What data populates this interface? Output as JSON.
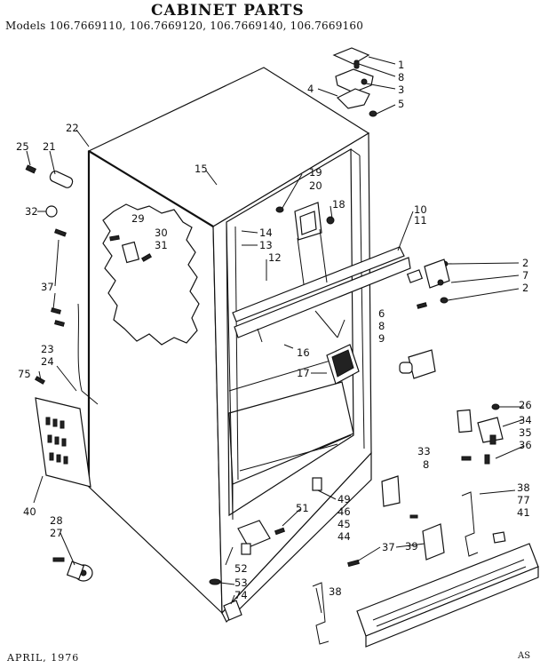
{
  "header": {
    "title": "CABINET PARTS",
    "models": "Models 106.7669110, 106.7669120, 106.7669140, 106.7669160"
  },
  "footer": {
    "date": "APRIL, 1976",
    "code": "AS"
  },
  "callouts": [
    "1",
    "8",
    "3",
    "4",
    "5",
    "22",
    "25",
    "21",
    "15",
    "19",
    "20",
    "18",
    "10",
    "11",
    "32",
    "29",
    "30",
    "31",
    "14",
    "13",
    "12",
    "2",
    "7",
    "2",
    "37",
    "6",
    "8",
    "9",
    "23",
    "24",
    "16",
    "17",
    "75",
    "26",
    "34",
    "35",
    "36",
    "33",
    "8",
    "40",
    "49",
    "46",
    "45",
    "44",
    "51",
    "38",
    "77",
    "41",
    "28",
    "27",
    "37",
    "52",
    "53",
    "74",
    "39",
    "38"
  ]
}
